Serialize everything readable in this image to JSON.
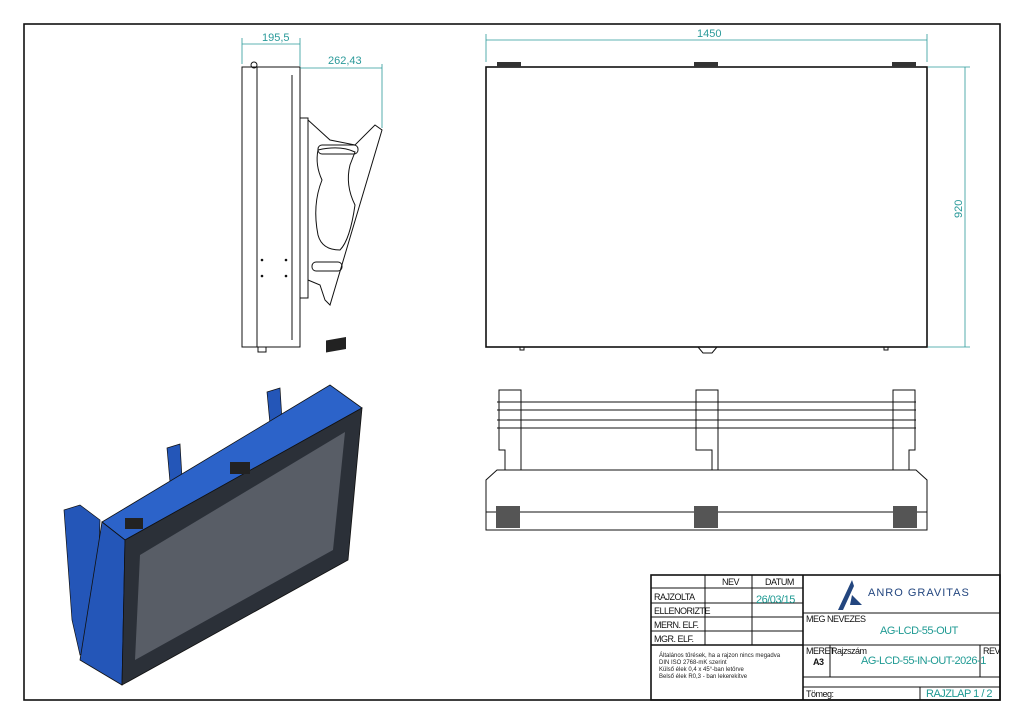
{
  "dimensions": {
    "side_depth": "195,5",
    "bracket_depth": "262,43",
    "width": "1450",
    "height": "920"
  },
  "title_block": {
    "col_headers": [
      "NEV",
      "DATUM"
    ],
    "rows": [
      {
        "label": "RAJZOLTA",
        "name": "",
        "date": "26/03/15"
      },
      {
        "label": "ELLENORIZTE",
        "name": "",
        "date": ""
      },
      {
        "label": "MERN. ELF.",
        "name": "",
        "date": ""
      },
      {
        "label": "MGR. ELF.",
        "name": "",
        "date": ""
      }
    ],
    "notes": [
      "Általános tűrések, ha a rajzon nincs megadva",
      "DIN ISO 2768-mK szerint",
      "Külső élek 0,4 x 45°-ban letörve",
      "Belső élek R0,3 - ban lekerekítve"
    ],
    "company": "ANRO GRAVITAS",
    "name_label": "MEG NEVEZES",
    "name_value": "AG-LCD-55-OUT",
    "size_label": "MERET",
    "size_value": "A3",
    "drawing_no_label": "Rajzszám",
    "drawing_no_value": "AG-LCD-55-IN-OUT-2026-1",
    "rev_label": "REV",
    "mass_label": "Tömeg:",
    "sheet": "RAJZLAP 1 / 2"
  },
  "colors": {
    "dimension": "#2a9a9a",
    "product_blue": "#2456b8",
    "logo": "#23467f"
  }
}
